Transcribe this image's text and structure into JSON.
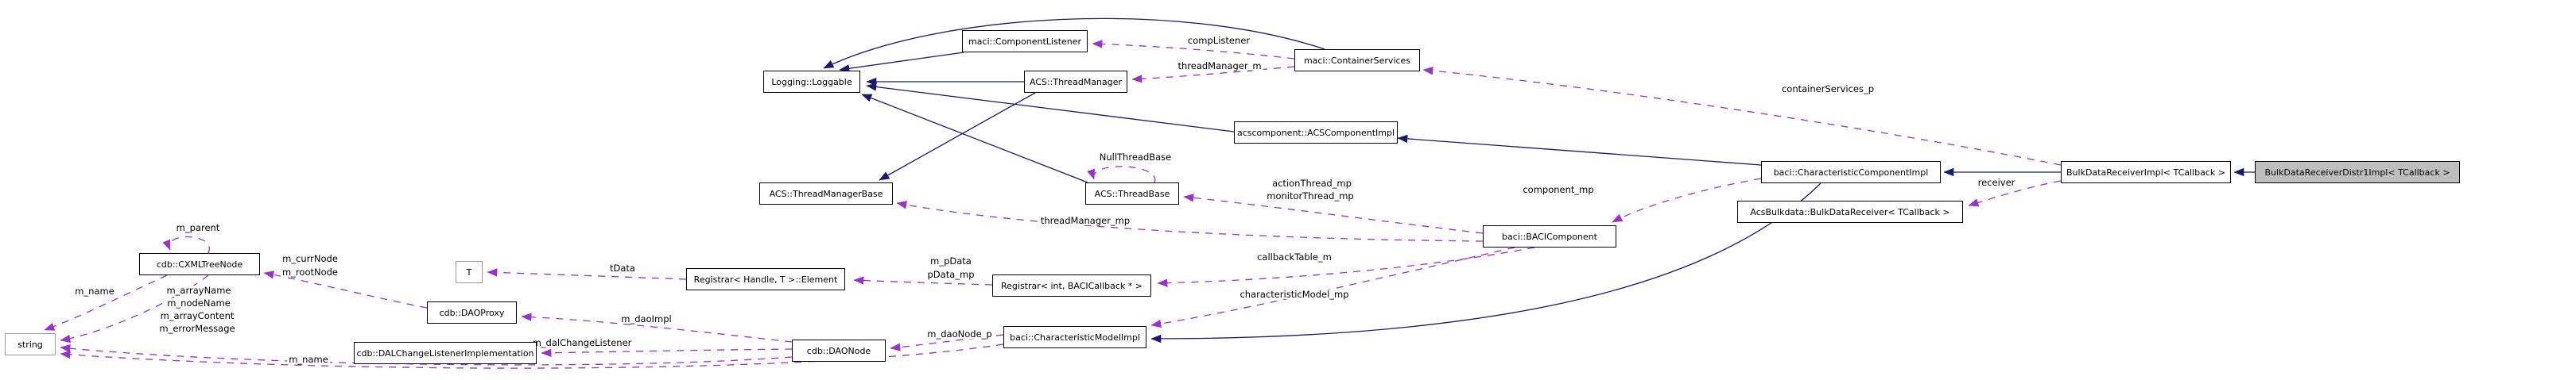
{
  "diagram": {
    "type": "doxygen-collaboration-graph",
    "colors": {
      "inheritance_edge": "#191970",
      "usage_edge": "#9932cc",
      "node_border": "#000000",
      "node_fill": "#ffffff",
      "highlight_node_fill": "#bebebe",
      "external_node_border": "#9a9a9a",
      "background": "#ffffff"
    },
    "nodes": [
      {
        "label": "maci::ComponentListener"
      },
      {
        "label": "maci::ContainerServices"
      },
      {
        "label": "Logging::Loggable"
      },
      {
        "label": "ACS::ThreadManager"
      },
      {
        "label": "acscomponent::ACSComponentImpl"
      },
      {
        "label": "ACS::ThreadBase"
      },
      {
        "label": "ACS::ThreadManagerBase"
      },
      {
        "label": "baci::CharacteristicComponentImpl"
      },
      {
        "label": "AcsBulkdata::BulkDataReceiver< TCallback >"
      },
      {
        "label": "BulkDataReceiverImpl< TCallback >"
      },
      {
        "label": "BulkDataReceiverDistr1Impl< TCallback >"
      },
      {
        "label": "baci::BACIComponent"
      },
      {
        "label": "cdb::CXMLTreeNode"
      },
      {
        "label": "T"
      },
      {
        "label": "Registrar< Handle, T >::Element"
      },
      {
        "label": "Registrar< int, BACICallback * >"
      },
      {
        "label": "cdb::DAOProxy"
      },
      {
        "label": "string"
      },
      {
        "label": "cdb::DALChangeListenerImplementation"
      },
      {
        "label": "cdb::DAONode"
      },
      {
        "label": "baci::CharacteristicModelImpl"
      }
    ],
    "edge_labels": [
      {
        "text": "compListener"
      },
      {
        "text": "threadManager_m"
      },
      {
        "text": "containerServices_p"
      },
      {
        "text": "NullThreadBase"
      },
      {
        "text": "actionThread_mp"
      },
      {
        "text": "monitorThread_mp"
      },
      {
        "text": "component_mp"
      },
      {
        "text": "receiver"
      },
      {
        "text": "threadManager_mp"
      },
      {
        "text": "m_parent"
      },
      {
        "text": "m_currNode"
      },
      {
        "text": "m_rootNode"
      },
      {
        "text": "m_name"
      },
      {
        "text": "m_arrayName"
      },
      {
        "text": "m_nodeName"
      },
      {
        "text": "m_arrayContent"
      },
      {
        "text": "m_errorMessage"
      },
      {
        "text": "tData"
      },
      {
        "text": "m_pData"
      },
      {
        "text": "pData_mp"
      },
      {
        "text": "callbackTable_m"
      },
      {
        "text": "characteristicModel_mp"
      },
      {
        "text": "m_daoImpl"
      },
      {
        "text": "m_dalChangeListener"
      },
      {
        "text": "m_daoNode_p"
      },
      {
        "text": "m_name"
      }
    ]
  }
}
